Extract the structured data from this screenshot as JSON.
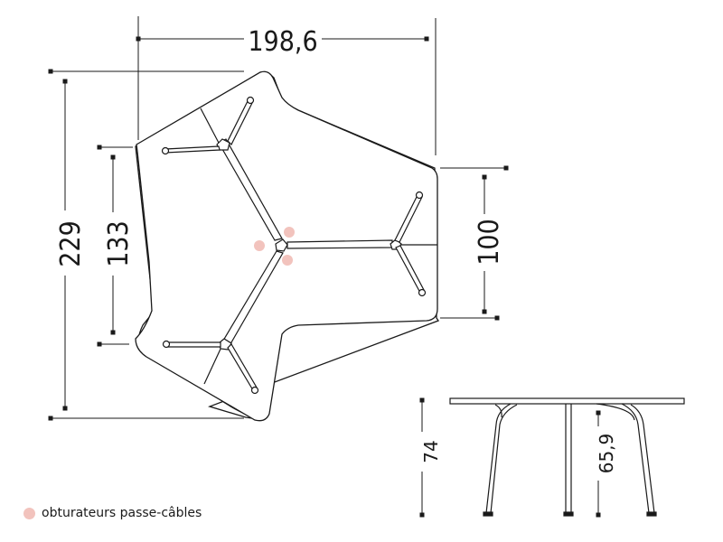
{
  "dimensions": {
    "width": "198,6",
    "depth": "229",
    "side": "133",
    "edge": "100",
    "height": "74",
    "leg_height": "65,9"
  },
  "legend": {
    "label": "obturateurs passe-câbles",
    "color": "#f2c3bd"
  },
  "colors": {
    "line": "#1a1a1a",
    "grommet": "#f2c3bd"
  }
}
